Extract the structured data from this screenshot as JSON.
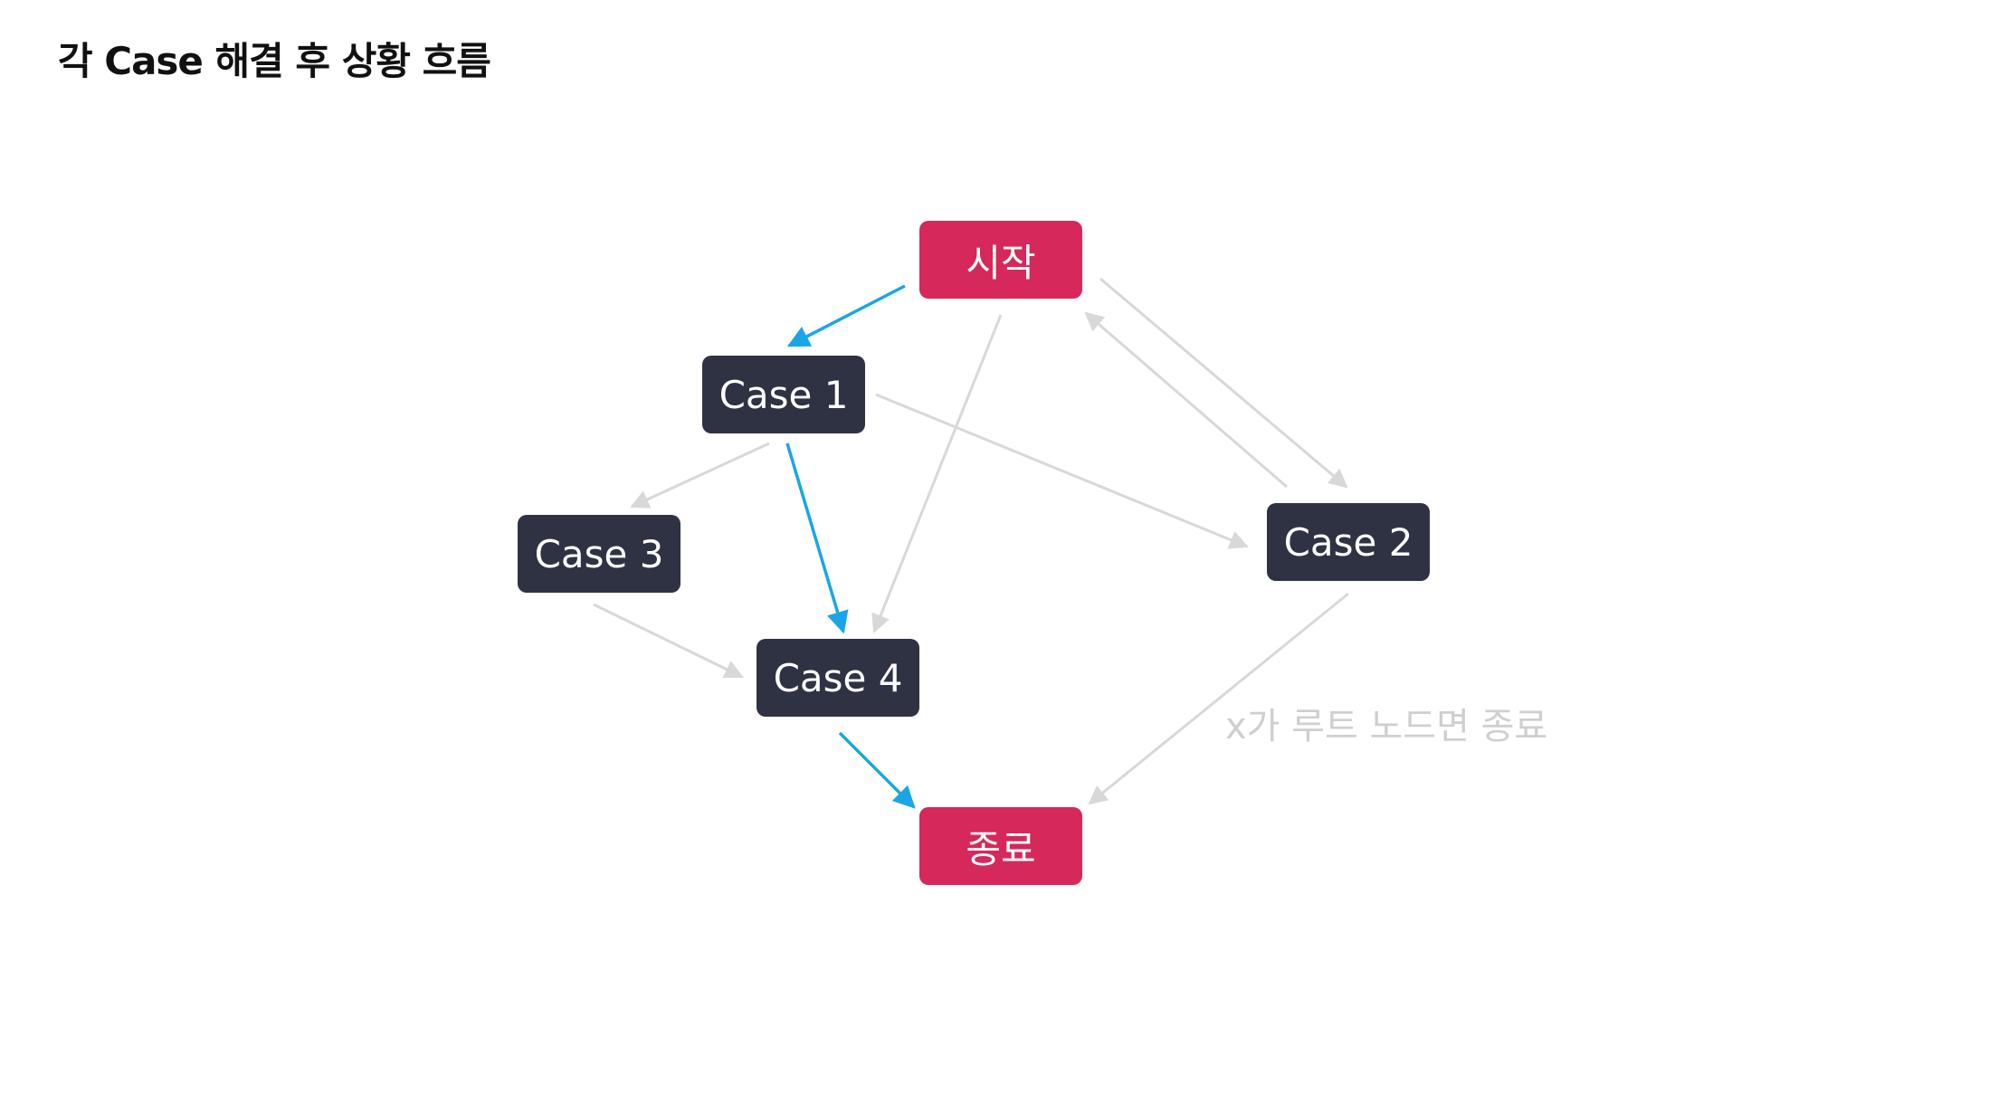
{
  "title": "각 Case 해결 후 상황 흐름",
  "colors": {
    "terminal": "#d6285a",
    "case": "#2f3242",
    "highlight_edge": "#1aa6e6",
    "normal_edge": "#d8d8d8",
    "note": "#cfcfcf"
  },
  "nodes": {
    "start": "시작",
    "case1": "Case 1",
    "case2": "Case 2",
    "case3": "Case 3",
    "case4": "Case 4",
    "end": "종료"
  },
  "edges": [
    {
      "from": "start",
      "to": "case1",
      "highlight": true
    },
    {
      "from": "start",
      "to": "case2",
      "highlight": false
    },
    {
      "from": "start",
      "to": "case4",
      "highlight": false
    },
    {
      "from": "case1",
      "to": "case3",
      "highlight": false
    },
    {
      "from": "case1",
      "to": "case4",
      "highlight": true
    },
    {
      "from": "case1",
      "to": "case2",
      "highlight": false
    },
    {
      "from": "case2",
      "to": "start",
      "highlight": false
    },
    {
      "from": "case2",
      "to": "end",
      "highlight": false
    },
    {
      "from": "case3",
      "to": "case4",
      "highlight": false
    },
    {
      "from": "case4",
      "to": "end",
      "highlight": true
    }
  ],
  "note": "x가 루트 노드면 종료"
}
